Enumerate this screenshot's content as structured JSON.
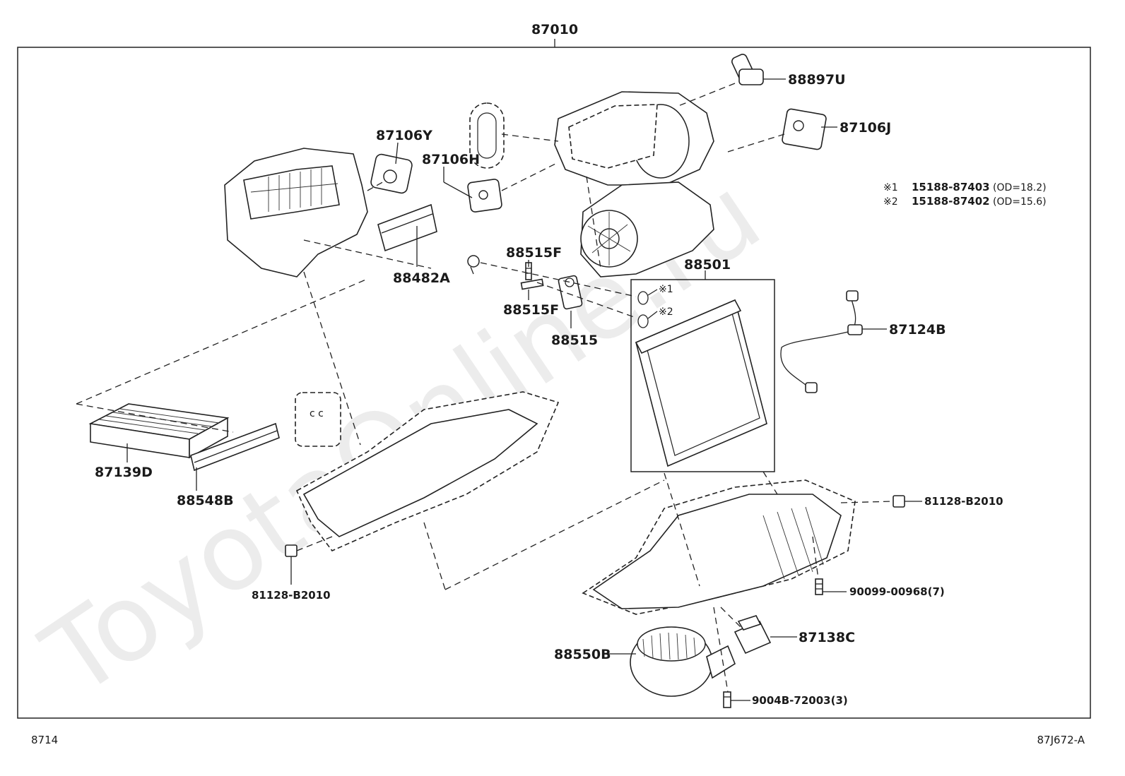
{
  "assembly_number": "87010",
  "watermark": "ToyotaOnline.ru",
  "footer": {
    "page_code": "8714",
    "illustration_code": "87J672-A"
  },
  "notes": [
    {
      "mark": "※1",
      "part": "15188-87403",
      "spec": "(OD=18.2)"
    },
    {
      "mark": "※2",
      "part": "15188-87402",
      "spec": "(OD=15.6)"
    }
  ],
  "parts": {
    "p88897U": "88897U",
    "p87106J": "87106J",
    "p87106Y": "87106Y",
    "p87106H": "87106H",
    "p88482A": "88482A",
    "p88515F_a": "88515F",
    "p88515F_b": "88515F",
    "p88515": "88515",
    "p88501": "88501",
    "p87124B": "87124B",
    "p87139D": "87139D",
    "p88548B": "88548B",
    "p81128_left": "81128-B2010",
    "p81128_right": "81128-B2010",
    "p90099": "90099-00968(7)",
    "p87138C": "87138C",
    "p88550B": "88550B",
    "p9004B": "9004B-72003(3)"
  },
  "oring_marks": {
    "m1": "※1",
    "m2": "※2"
  }
}
